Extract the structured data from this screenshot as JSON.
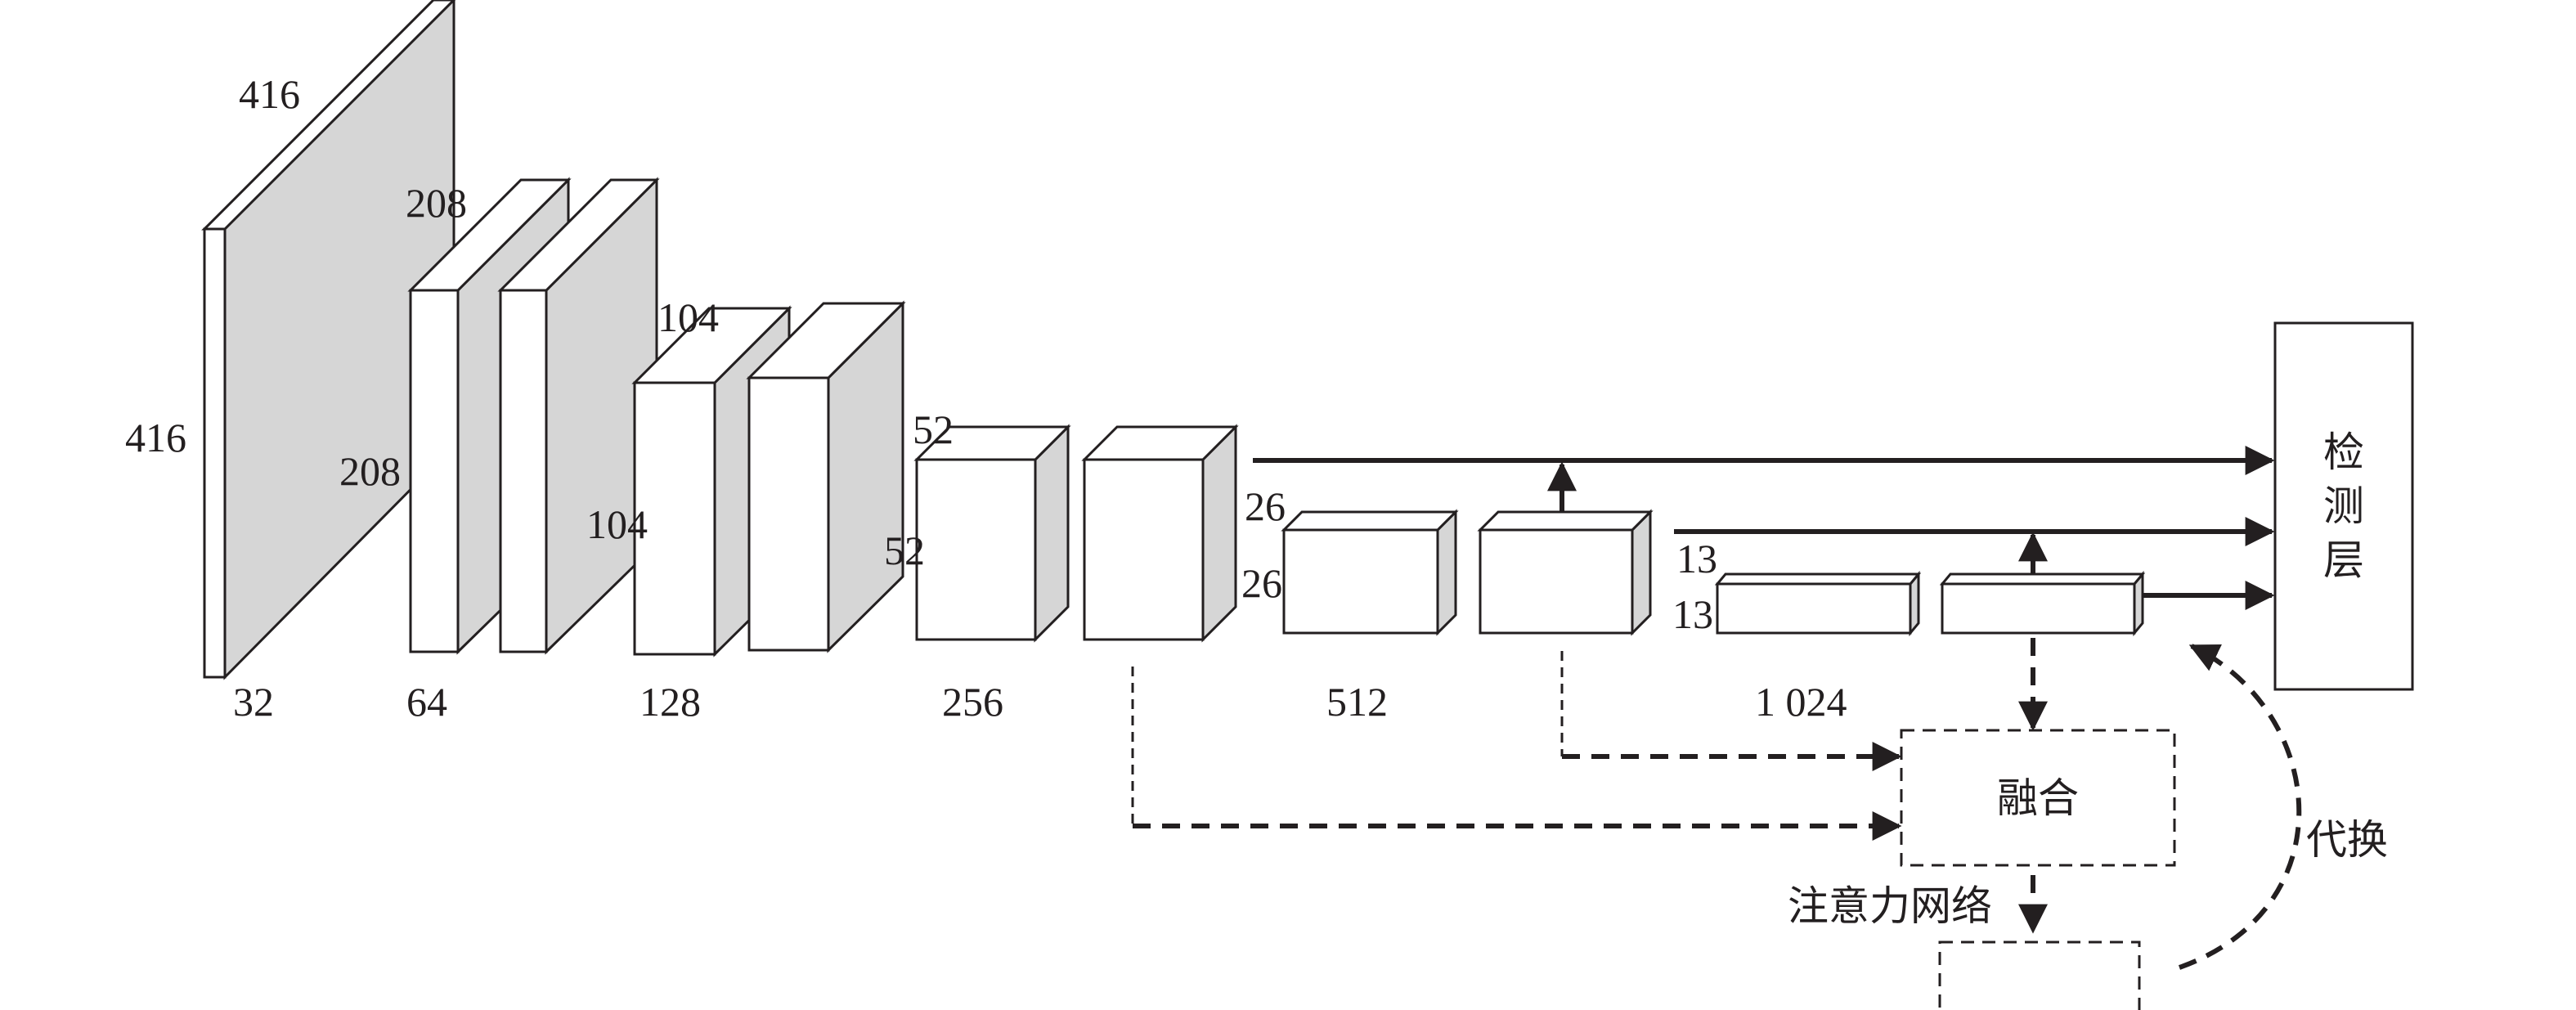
{
  "size_labels": {
    "in_w": "416",
    "in_h": "416",
    "s208_w": "208",
    "s208_h": "208",
    "s104_w": "104",
    "s104_h": "104",
    "s52_w": "52",
    "s52_h": "52",
    "s26_w": "26",
    "s26_h": "26",
    "s13_w": "13",
    "s13_h": "13"
  },
  "channel_labels": {
    "c32": "32",
    "c64": "64",
    "c128": "128",
    "c256": "256",
    "c512": "512",
    "c1024": "1 024"
  },
  "detection_layer": {
    "line1": "检",
    "line2": "测",
    "line3": "层"
  },
  "fusion_label": "融合",
  "attention_label": "注意力网络",
  "replace_label": "代换",
  "colors": {
    "stroke": "#231f20",
    "side_fill": "#d6d6d6",
    "face_fill": "#ffffff"
  }
}
